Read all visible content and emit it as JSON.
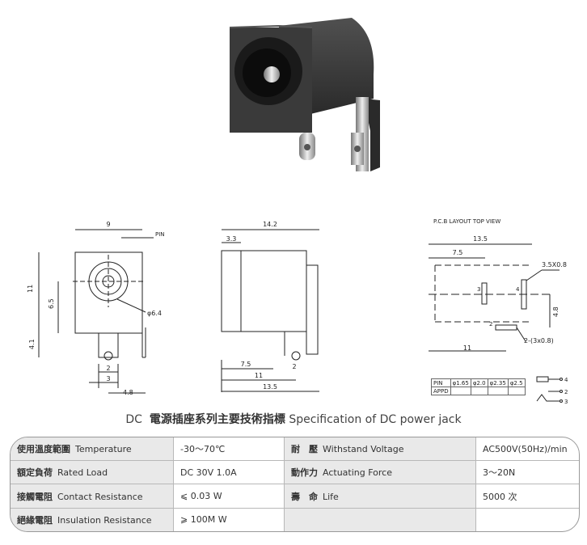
{
  "drawing": {
    "front": {
      "dim_width": "9",
      "pin_label": "PIN",
      "dim_height": "11",
      "dim_center": "6.5",
      "dim_hole": "φ6.4",
      "dim_lower": "4.1",
      "dim_pin_w": "2",
      "dim_pin_pos": "3",
      "dim_pin_off": "4.8"
    },
    "side": {
      "dim_total": "14.2",
      "dim_front": "3.3",
      "dim_pin1": "7.5",
      "dim_pin_w": "2",
      "dim_pin2": "11",
      "dim_body": "13.5"
    },
    "pcb": {
      "header": "P.C.B LAYOUT    TOP VIEW",
      "dim_total": "13.5",
      "dim_first": "7.5",
      "dim_slot": "3.5X0.8",
      "pin3": "3",
      "pin4": "4",
      "dim_vert": "4.8",
      "pin2": "2",
      "dim_slot2": "2-(3x0.8)",
      "dim_11": "11"
    },
    "pin_table": {
      "row1": [
        "PIN",
        "φ1.65",
        "φ2.0",
        "φ2.35",
        "φ2.5"
      ],
      "row2": [
        "APPD",
        "",
        "",
        "",
        ""
      ]
    },
    "schematic_labels": [
      "4",
      "2",
      "3"
    ]
  },
  "title": {
    "dc": "DC",
    "cn": "電源插座系列主要技術指標",
    "en": "Specification of DC power jack"
  },
  "specs": [
    {
      "zh1": "使用溫度範圍",
      "en1": "Temperature",
      "v1": "-30～70℃",
      "zh2": "耐　壓",
      "en2": "Withstand Voltage",
      "v2": "AC500V(50Hz)/min"
    },
    {
      "zh1": "額定負荷",
      "en1": "Rated Load",
      "v1": "DC  30V  1.0A",
      "zh2": "動作力",
      "en2": "Actuating Force",
      "v2": "3～20N"
    },
    {
      "zh1": "接觸電阻",
      "en1": "Contact Resistance",
      "v1": "⩽ 0.03 W",
      "zh2": "壽　命",
      "en2": "Life",
      "v2": "5000 次"
    },
    {
      "zh1": "絕緣電阻",
      "en1": "Insulation Resistance",
      "v1": "⩾ 100M W",
      "zh2": "",
      "en2": "",
      "v2": ""
    }
  ]
}
